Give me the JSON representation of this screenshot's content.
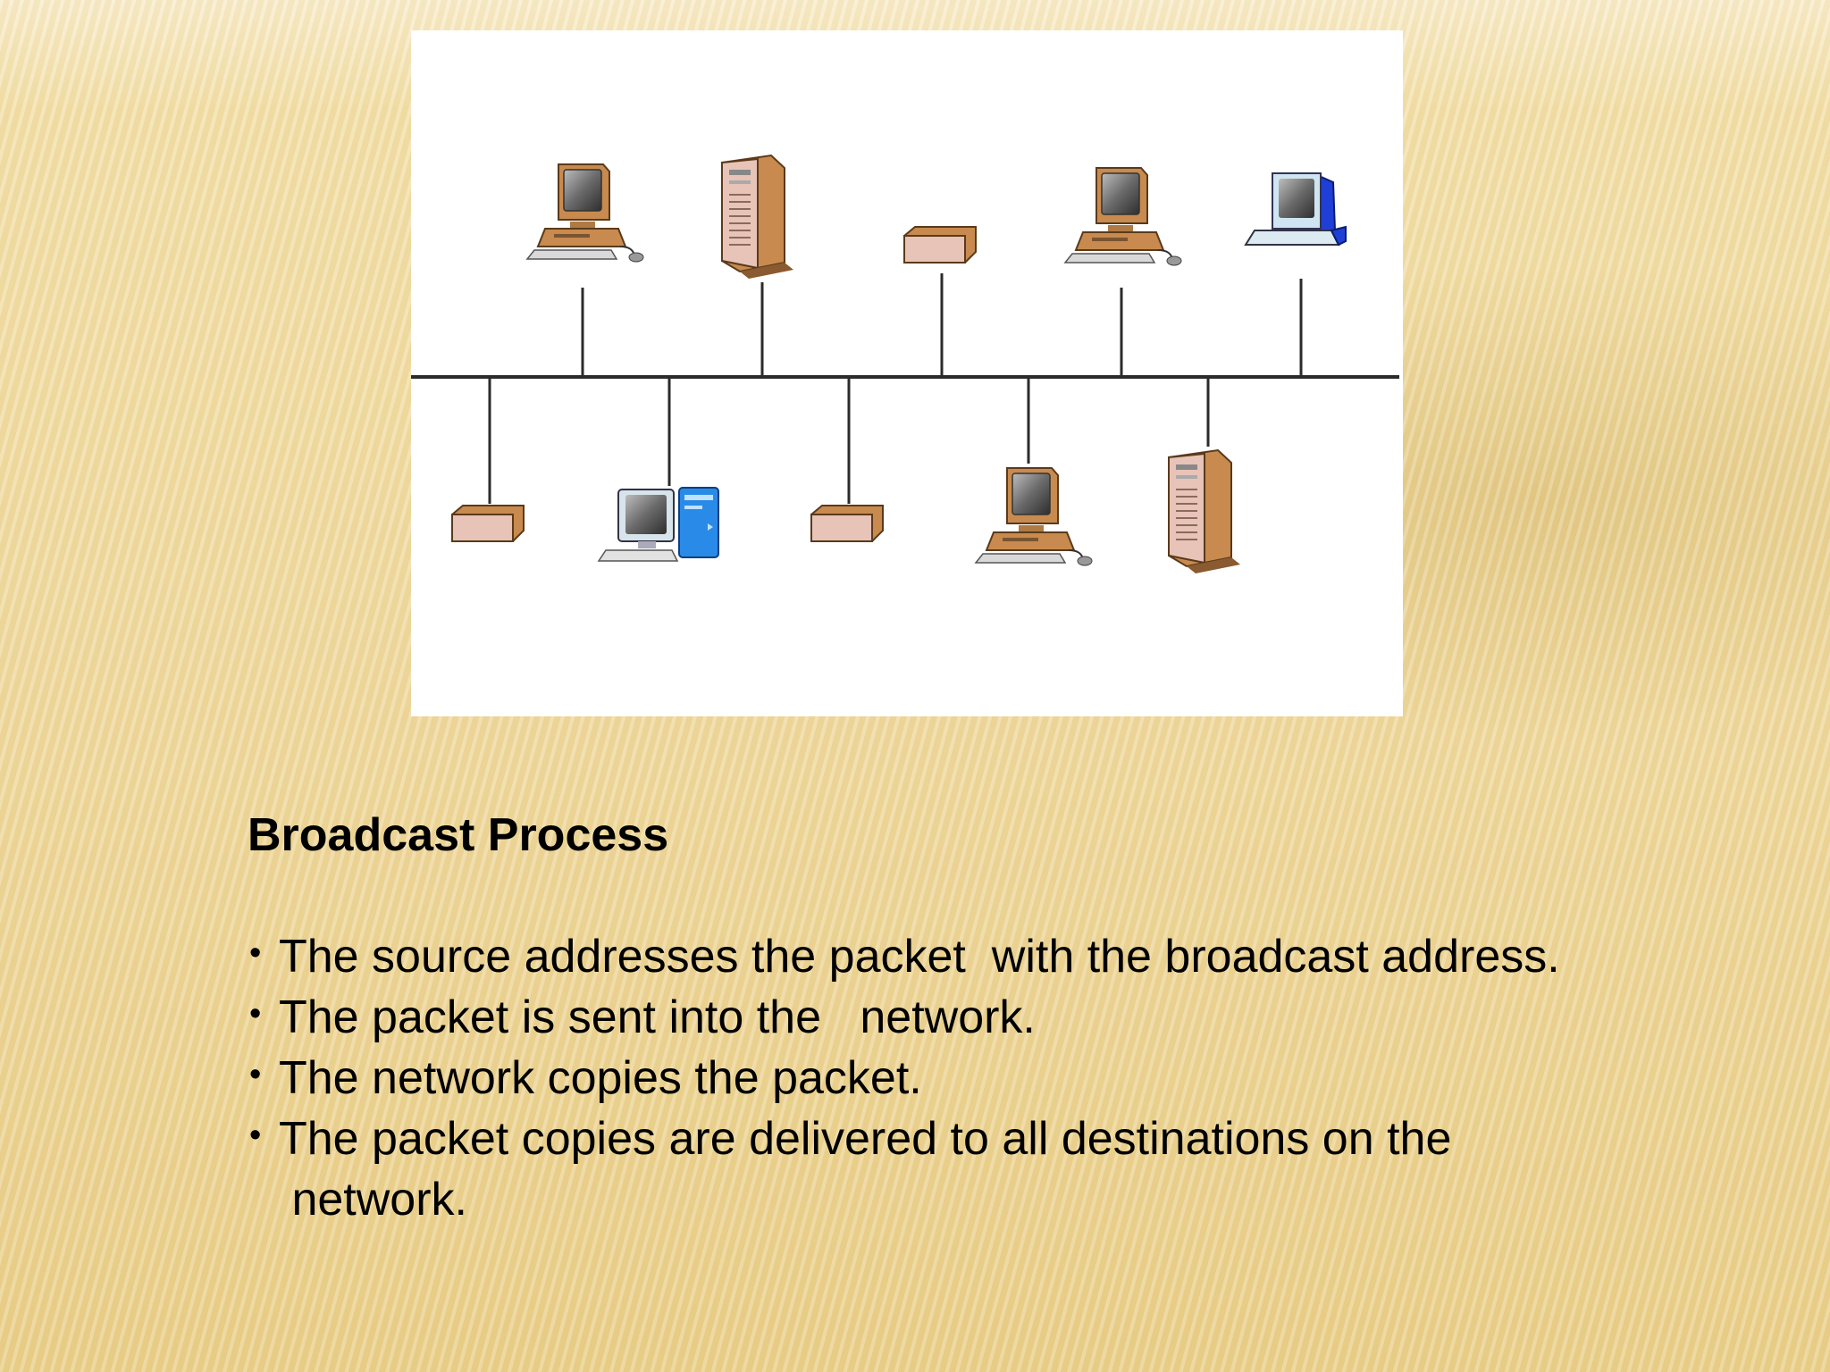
{
  "title": "Broadcast Process",
  "bullets": [
    "The source addresses the packet  with the broadcast address.",
    "The packet is sent into the   network.",
    "The network copies the packet.",
    "The packet copies are delivered to all destinations on the\n network."
  ],
  "colors": {
    "cable": "#2b2b2b",
    "device_tan": "#c88a4e",
    "device_pink": "#e8c3b8",
    "accent_blue": "#1f6fd6",
    "screen": "#777777"
  },
  "diagram": {
    "top_nodes": [
      "desktop-computer",
      "tower-server",
      "network-box",
      "desktop-computer",
      "laptop-computer"
    ],
    "bottom_nodes": [
      "network-box",
      "blue-workstation",
      "network-box",
      "desktop-computer",
      "tower-server"
    ]
  }
}
